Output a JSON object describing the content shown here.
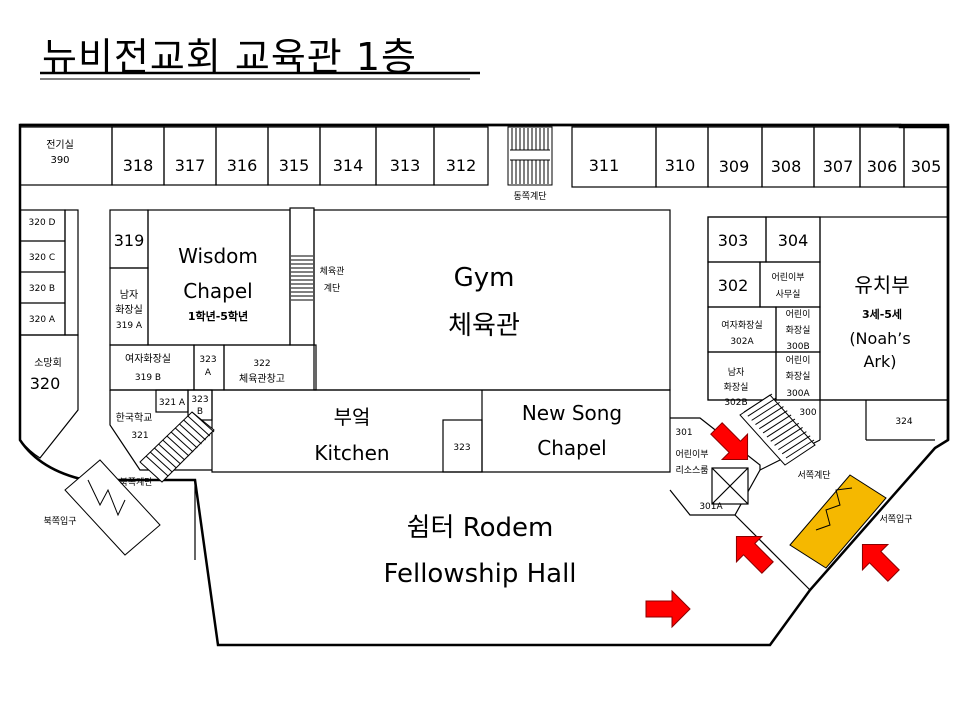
{
  "title": "뉴비전교회 교육관 1층",
  "colors": {
    "accent_line": "#000000",
    "arrow": "#ff0000",
    "entrance_highlight": "#f5b800",
    "wall": "#000000",
    "background": "#ffffff"
  },
  "rooms": {
    "r390_name": "전기실",
    "r390_num": "390",
    "r318": "318",
    "r317": "317",
    "r316": "316",
    "r315": "315",
    "r314": "314",
    "r313": "313",
    "r312": "312",
    "r311": "311",
    "r310": "310",
    "r309": "309",
    "r308": "308",
    "r307": "307",
    "r306": "306",
    "r305": "305",
    "east_stairs": "동쪽계단",
    "r320d": "320 D",
    "r320c": "320 C",
    "r320b": "320 B",
    "r320a": "320 A",
    "r320_name": "소망회",
    "r320_num": "320",
    "r319": "319",
    "wisdom_1": "Wisdom",
    "wisdom_2": "Chapel",
    "wisdom_sub": "1학년-5학년",
    "men_rest_1": "남자",
    "men_rest_2": "화장실",
    "men_rest_num": "319 A",
    "women_rest_319b_1": "여자화장실",
    "women_rest_319b_2": "319 B",
    "r323a_1": "323",
    "r323a_2": "A",
    "r322_1": "322",
    "r322_2": "체육관창고",
    "gym_stairs_1": "체육관",
    "gym_stairs_2": "계단",
    "gym_en": "Gym",
    "gym_ko": "체육관",
    "korean_school_1": "한국학교",
    "korean_school_2": "321",
    "r321a": "321 A",
    "r323b_1": "323",
    "r323b_2": "B",
    "kitchen_ko": "부엌",
    "kitchen_en": "Kitchen",
    "r323": "323",
    "newsong_1": "New Song",
    "newsong_2": "Chapel",
    "north_stairs": "북쪽계단",
    "north_entrance": "북쪽입구",
    "rodem_1": "쉼터 Rodem",
    "rodem_2": "Fellowship Hall",
    "r303": "303",
    "r304": "304",
    "r302": "302",
    "kids_office_1": "어린이부",
    "kids_office_2": "사무실",
    "kinder_1": "유치부",
    "kinder_2": "3세-5세",
    "kinder_3": "(Noah’s",
    "kinder_4": "Ark)",
    "women_rest_302a_1": "여자화장실",
    "women_rest_302a_2": "302A",
    "kids_rest_300b_1": "어린이",
    "kids_rest_300b_2": "화장실",
    "kids_rest_300b_3": "300B",
    "men_rest_302b_1": "남자",
    "men_rest_302b_2": "화장실",
    "men_rest_302b_3": "302B",
    "kids_rest_300a_1": "어린이",
    "kids_rest_300a_2": "화장실",
    "kids_rest_300a_3": "300A",
    "r300": "300",
    "r324": "324",
    "r301": "301",
    "kids_resource_1": "어린이부",
    "kids_resource_2": "리소스룸",
    "r301a": "301A",
    "west_stairs": "서쪽계단",
    "west_entrance": "서쪽입구"
  },
  "arrows": [
    "arrow-to-west-stairs",
    "arrow-from-west-entrance",
    "arrow-into-hall-se",
    "arrow-into-hall-right",
    "arrow-into-hall-bottom"
  ]
}
